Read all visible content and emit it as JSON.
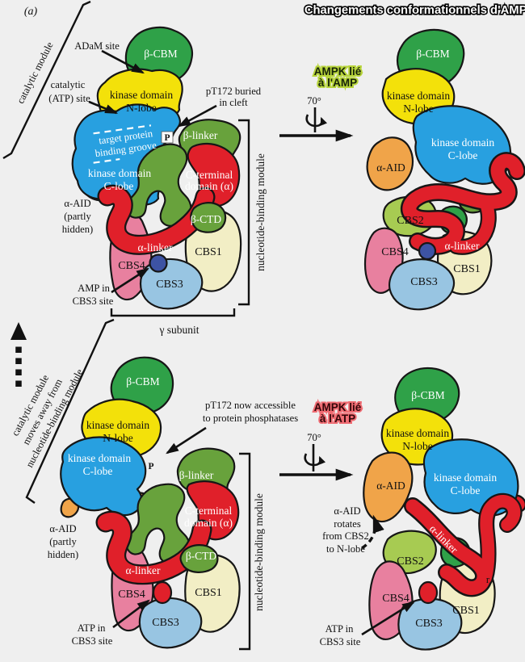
{
  "figure_label": "(a)",
  "title": "Changements conformationnels d'AMPK",
  "colors": {
    "background": "#efefef",
    "outline": "#161616",
    "green": "#2fa148",
    "olive": "#68a23c",
    "yellow": "#f3e10a",
    "blue": "#28a0e0",
    "red": "#e0202a",
    "orange": "#f0a449",
    "lime": "#a7cb52",
    "pink": "#e8809f",
    "cream": "#f2eec5",
    "light_blue": "#98c5e2",
    "amp_blue": "#3d53a4",
    "amp_tag_glow": "#b7d43b",
    "atp_tag_glow": "#ef6b72"
  },
  "top_left": {
    "module_bracket": "catalytic module",
    "adam": "ADaM site",
    "catalytic_site": [
      "catalytic",
      "(ATP) site"
    ],
    "pt172": [
      "pT172 buried",
      "in cleft"
    ],
    "beta_cbm": "β-CBM",
    "n_lobe": [
      "kinase domain",
      "N-lobe"
    ],
    "groove": [
      "target protein",
      "binding groove"
    ],
    "c_lobe": [
      "kinase domain",
      "C-lobe"
    ],
    "beta_linker": "β-linker",
    "p_site": "P",
    "c_terminal": [
      "C-terminal",
      "domain (α)"
    ],
    "alpha_aid": [
      "α-AID",
      "(partly",
      "hidden)"
    ],
    "beta_ctd": "β-CTD",
    "alpha_linker": "α-linker",
    "cbs4": "CBS4",
    "cbs1": "CBS1",
    "cbs3": "CBS3",
    "amp_note": [
      "AMP in",
      "CBS3 site"
    ],
    "gamma": "γ subunit",
    "nbm": "nucleotide-binding module"
  },
  "top_right": {
    "tag": [
      "AMPK lié",
      "à l'AMP"
    ],
    "rotation": "70°",
    "beta_cbm": "β-CBM",
    "n_lobe": [
      "kinase domain",
      "N-lobe"
    ],
    "c_lobe": [
      "kinase domain",
      "C-lobe"
    ],
    "alpha_aid": "α-AID",
    "cbs2": "CBS2",
    "alpha_linker": "α-linker",
    "cbs4": "CBS4",
    "cbs1": "CBS1",
    "cbs3": "CBS3"
  },
  "bottom_left": {
    "move_note": [
      "catalytic module",
      "moves away from",
      "nucleotide-binding module"
    ],
    "pt172": [
      "pT172 now accessible",
      "to protein phosphatases"
    ],
    "beta_cbm": "β-CBM",
    "n_lobe": [
      "kinase domain",
      "N-lobe"
    ],
    "c_lobe": [
      "kinase domain",
      "C-lobe"
    ],
    "beta_linker": "β-linker",
    "p_site": "P",
    "c_terminal": [
      "C-terminal",
      "domain (α)"
    ],
    "alpha_aid": [
      "α-AID",
      "(partly",
      "hidden)"
    ],
    "beta_ctd": "β-CTD",
    "alpha_linker": "α-linker",
    "cbs4": "CBS4",
    "cbs1": "CBS1",
    "cbs3": "CBS3",
    "atp_note": [
      "ATP in",
      "CBS3 site"
    ],
    "nbm": "nucleotide-binding module"
  },
  "bottom_right": {
    "tag": [
      "AMPK lié",
      "à l'ATP"
    ],
    "rotation": "70°",
    "beta_cbm": "β-CBM",
    "n_lobe": [
      "kinase domain",
      "N-lobe"
    ],
    "c_lobe": [
      "kinase domain",
      "C-lobe"
    ],
    "alpha_aid": "α-AID",
    "rotate_note": [
      "α-AID",
      "rotates",
      "from CBS2",
      "to N-lobe"
    ],
    "alpha_linker": "α-linker",
    "cbs2": "CBS2",
    "cbs4": "CBS4",
    "cbs1": "CBS1",
    "cbs3": "CBS3",
    "atp_note": [
      "ATP in",
      "CBS3 site"
    ],
    "linker_fragment": "r"
  }
}
